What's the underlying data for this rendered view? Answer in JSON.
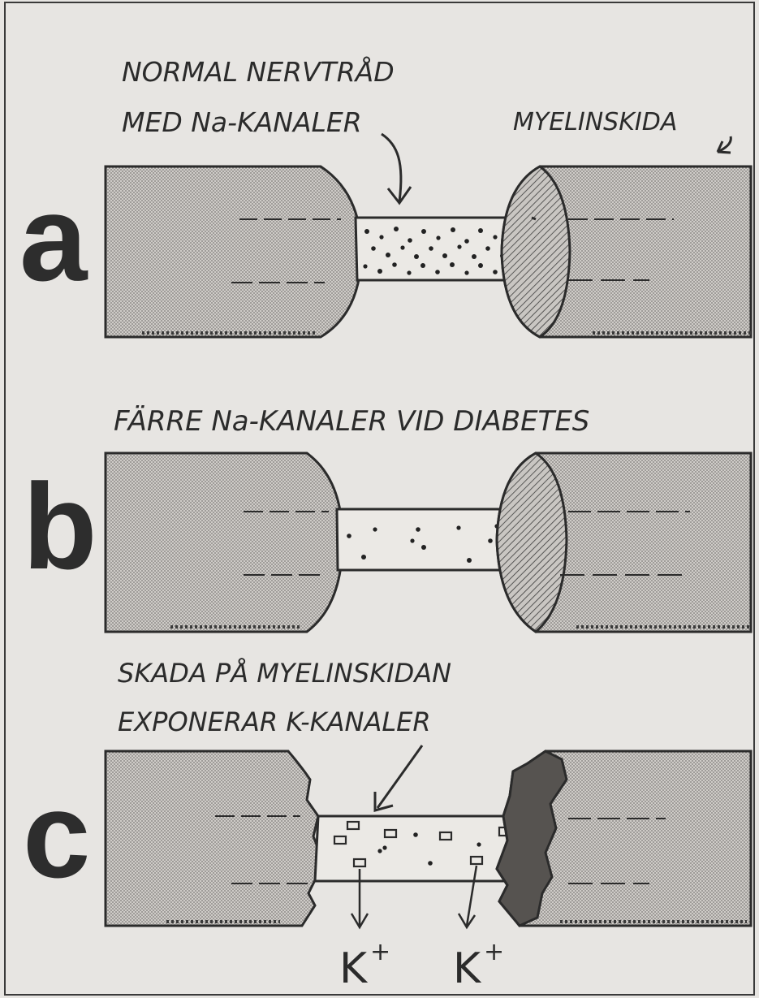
{
  "figure": {
    "label_myelin": "MYELINSKIDA",
    "panels": [
      {
        "letter": "a",
        "caption_line1": "NORMAL NERVTRÅD",
        "caption_line2": "MED Na-KANALER"
      },
      {
        "letter": "b",
        "caption_line1": "FÄRRE Na-KANALER VID DIABETES"
      },
      {
        "letter": "c",
        "caption_line1": "SKADA PÅ MYELINSKIDAN",
        "caption_line2": "EXPONERAR K-KANALER",
        "ion_left": "K",
        "ion_right": "K",
        "ion_charge": "+"
      }
    ]
  },
  "colors": {
    "background": "#e7e5e2",
    "ink": "#2b2b2b",
    "myelin_fill": "#bdbab6",
    "axon_fill": "#ebe9e5"
  }
}
